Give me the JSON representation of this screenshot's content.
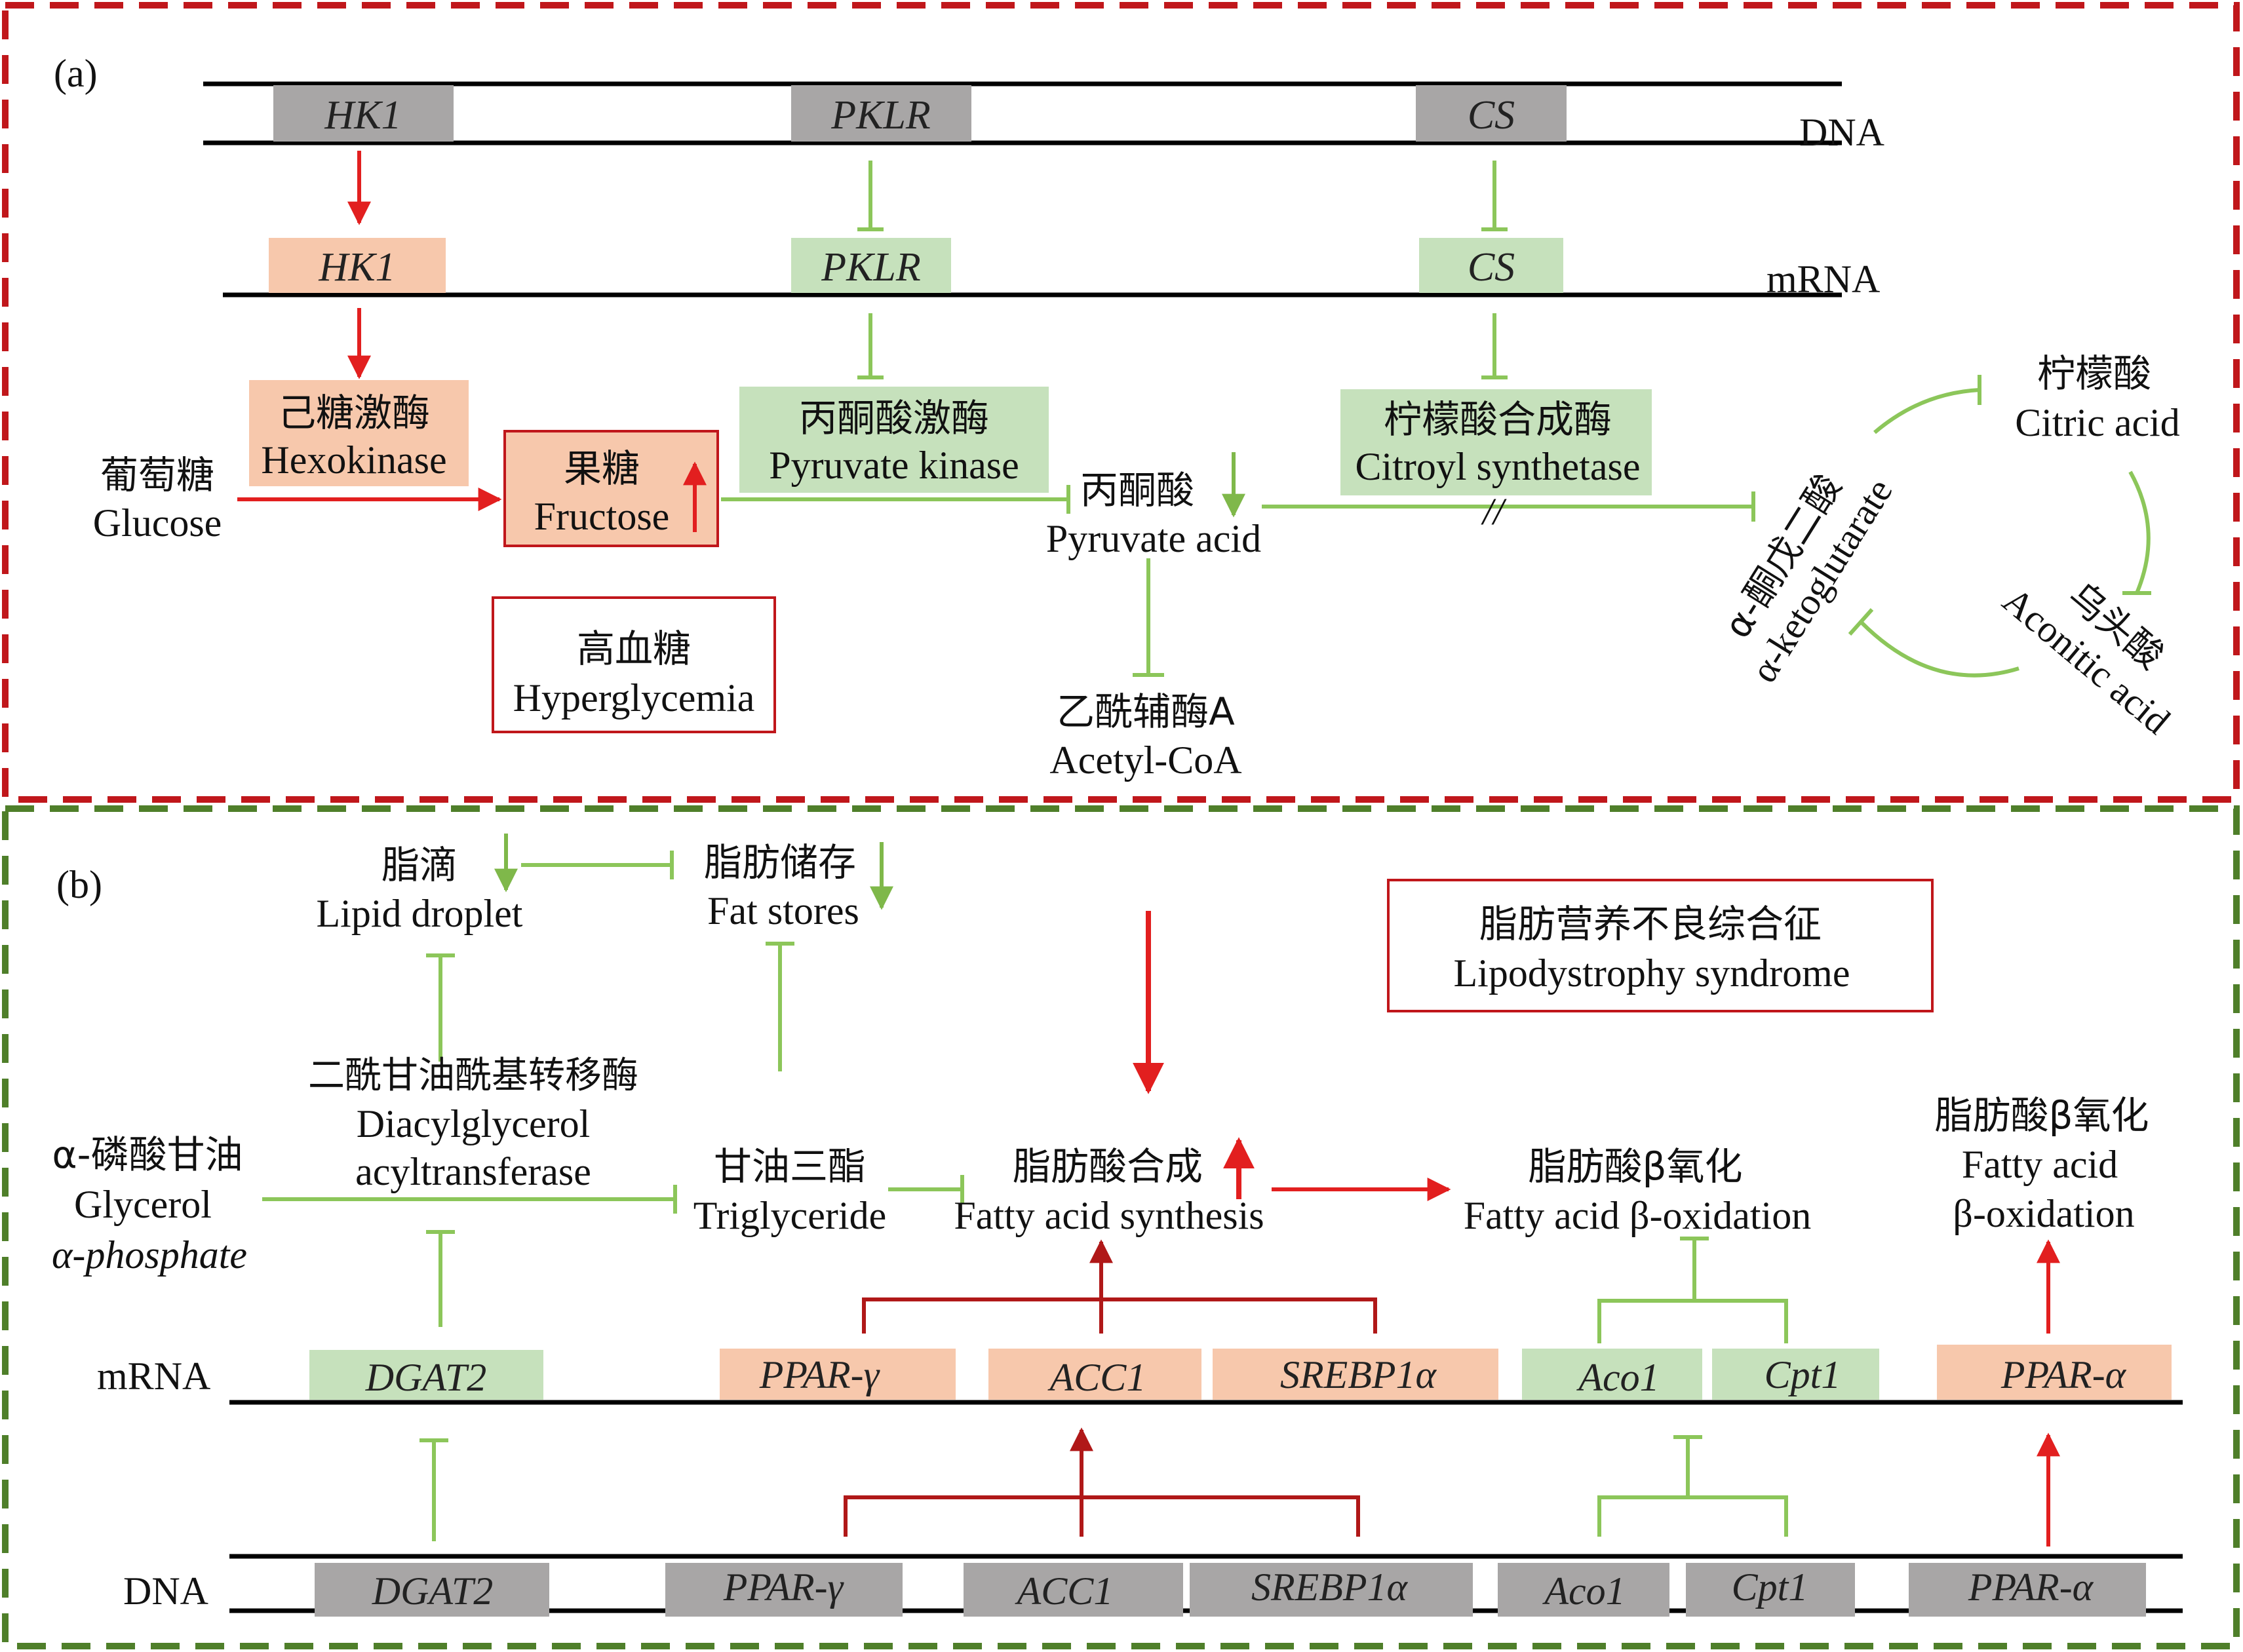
{
  "colors": {
    "red": "#e21f1f",
    "darkred": "#b01818",
    "green": "#8cc65a",
    "grey": "#a8a6a6",
    "pink": "#f7c8ac",
    "lightgreen": "#c6e1bc",
    "frame_red": "#c0171b",
    "frame_green": "#4f7f2a"
  },
  "panel_a": {
    "label": "(a)",
    "row_dna": "DNA",
    "row_mrna": "mRNA",
    "genes": [
      "HK1",
      "PKLR",
      "CS"
    ],
    "hexokinase_cn": "己糖激酶",
    "hexokinase_en": "Hexokinase",
    "glucose_cn": "葡萄糖",
    "glucose_en": "Glucose",
    "fructose_cn": "果糖",
    "fructose_en": "Fructose",
    "pyruvate_kinase_cn": "丙酮酸激酶",
    "pyruvate_kinase_en": "Pyruvate kinase",
    "pyruvate_cn": "丙酮酸",
    "pyruvate_en": "Pyruvate acid",
    "citroyl_cn": "柠檬酸合成酶",
    "citroyl_en": "Citroyl synthetase",
    "hyper_cn": "高血糖",
    "hyper_en": "Hyperglycemia",
    "acetyl_cn": "乙酰辅酶A",
    "acetyl_en": "Acetyl-CoA",
    "citric_cn": "柠檬酸",
    "citric_en": "Citric acid",
    "akg_cn": "α-酮戊二酸",
    "akg_en": "α-ketoglutarate",
    "aconitic_cn": "乌头酸",
    "aconitic_en": "Aconitic acid",
    "break_mark": "//"
  },
  "panel_b": {
    "label": "(b)",
    "row_mrna": "mRNA",
    "row_dna": "DNA",
    "lipid_droplet_cn": "脂滴",
    "lipid_droplet_en": "Lipid droplet",
    "fat_stores_cn": "脂肪储存",
    "fat_stores_en": "Fat stores",
    "lipodystrophy_cn": "脂肪营养不良综合征",
    "lipodystrophy_en": "Lipodystrophy syndrome",
    "dgat_cn": "二酰甘油酰基转移酶",
    "dgat_en1": "Diacylglycerol",
    "dgat_en2": "acyltransferase",
    "glycerol_cn": "α-磷酸甘油",
    "glycerol_en1": "Glycerol",
    "glycerol_en2": "α-phosphate",
    "tg_cn": "甘油三酯",
    "tg_en": "Triglyceride",
    "fas_cn": "脂肪酸合成",
    "fas_en": "Fatty acid synthesis",
    "fao_cn": "脂肪酸β氧化",
    "fao_en": "Fatty acid β-oxidation",
    "fao2_cn": "脂肪酸β氧化",
    "fao2_en1": "Fatty acid",
    "fao2_en2": "β-oxidation",
    "mrna_genes": [
      "DGAT2",
      "PPAR-γ",
      "ACC1",
      "SREBP1α",
      "Aco1",
      "Cpt1",
      "PPAR-α"
    ],
    "dna_genes": [
      "DGAT2",
      "PPAR-γ",
      "ACC1",
      "SREBP1α",
      "Aco1",
      "Cpt1",
      "PPAR-α"
    ]
  }
}
